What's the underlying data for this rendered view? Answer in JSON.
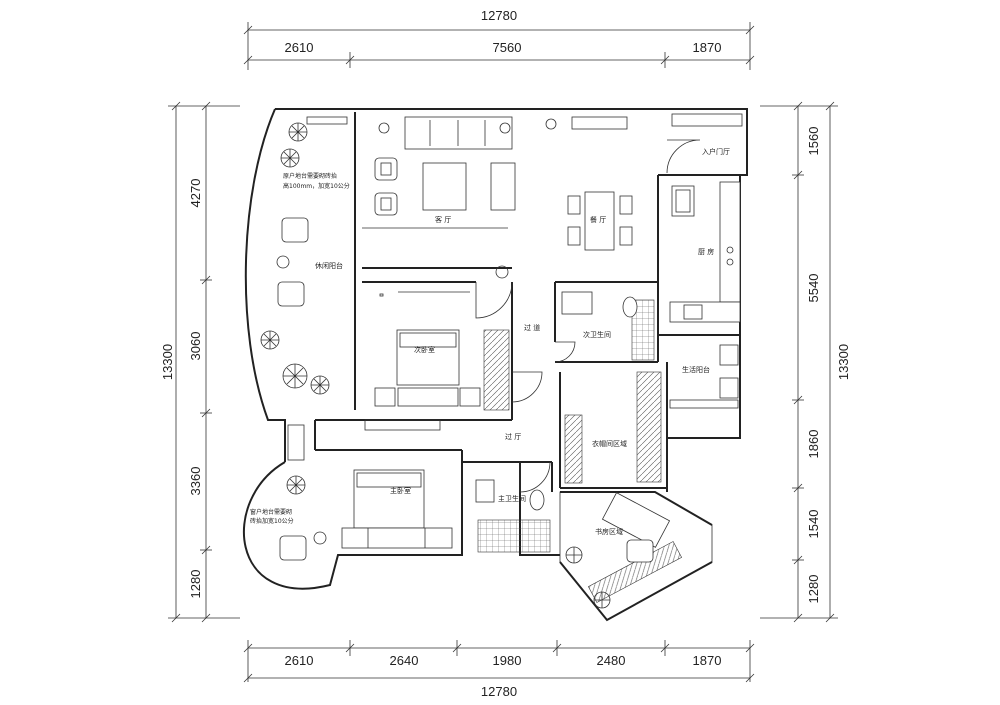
{
  "dimensions": {
    "top_total": "12780",
    "top_segments": [
      "2610",
      "7560",
      "1870"
    ],
    "bottom_total": "12780",
    "bottom_segments": [
      "2610",
      "2640",
      "1980",
      "2480",
      "1870"
    ],
    "left_total": "13300",
    "left_segments": [
      "4270",
      "3060",
      "3360",
      "1280"
    ],
    "right_total": "13300",
    "right_segments": [
      "1560",
      "5540",
      "1860",
      "1540",
      "1280"
    ]
  },
  "rooms": {
    "living_room": "客 厅",
    "dining_room": "餐 厅",
    "kitchen": "厨 房",
    "entrance": "入户门厅",
    "leisure_balcony": "休闲阳台",
    "second_bedroom": "次卧室",
    "corridor": "过 道",
    "second_bathroom": "次卫生间",
    "utility_balcony": "生活阳台",
    "hall": "过 厅",
    "master_bedroom": "主卧室",
    "master_bathroom": "主卫生间",
    "cloakroom_area": "衣帽间区域",
    "study_area": "书房区域"
  },
  "notes": {
    "balcony_note_top": [
      "原户地台需要砌砖抬",
      "高100mm，加宽10公分"
    ],
    "balcony_note_bottom": [
      "窗户地台需要砌",
      "砖抬加宽10公分"
    ]
  }
}
